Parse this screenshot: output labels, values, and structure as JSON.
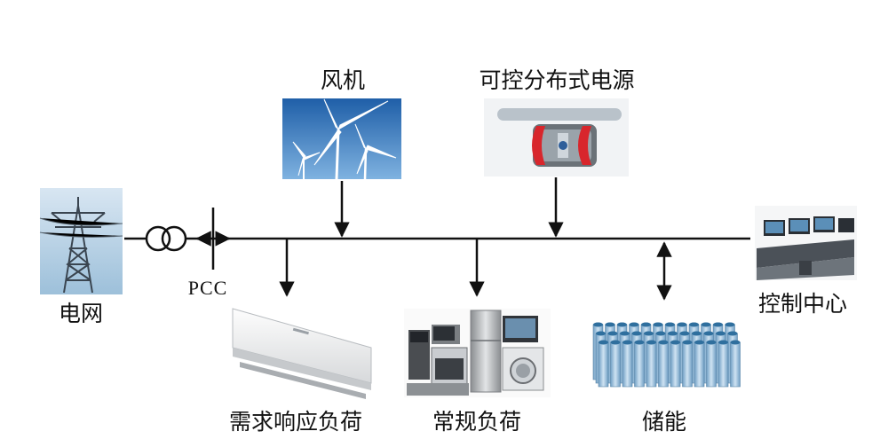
{
  "labels": {
    "grid": "电网",
    "pcc": "PCC",
    "wind": "风机",
    "dg": "可控分布式电源",
    "control": "控制中心",
    "dr_load": "需求响应负荷",
    "regular_load": "常规负荷",
    "storage": "储能"
  },
  "icons": {
    "grid": "transmission-tower-icon",
    "wind": "wind-turbine-icon",
    "dg": "generator-icon",
    "control": "control-room-icon",
    "dr_load": "air-conditioner-icon",
    "regular_load": "home-appliances-icon",
    "storage": "battery-pack-icon",
    "transformer": "transformer-icon"
  },
  "colors": {
    "line": "#111111",
    "sky_blue": "#4a86cc",
    "generator_red": "#d8262c",
    "battery_blue": "#a9cce6"
  }
}
